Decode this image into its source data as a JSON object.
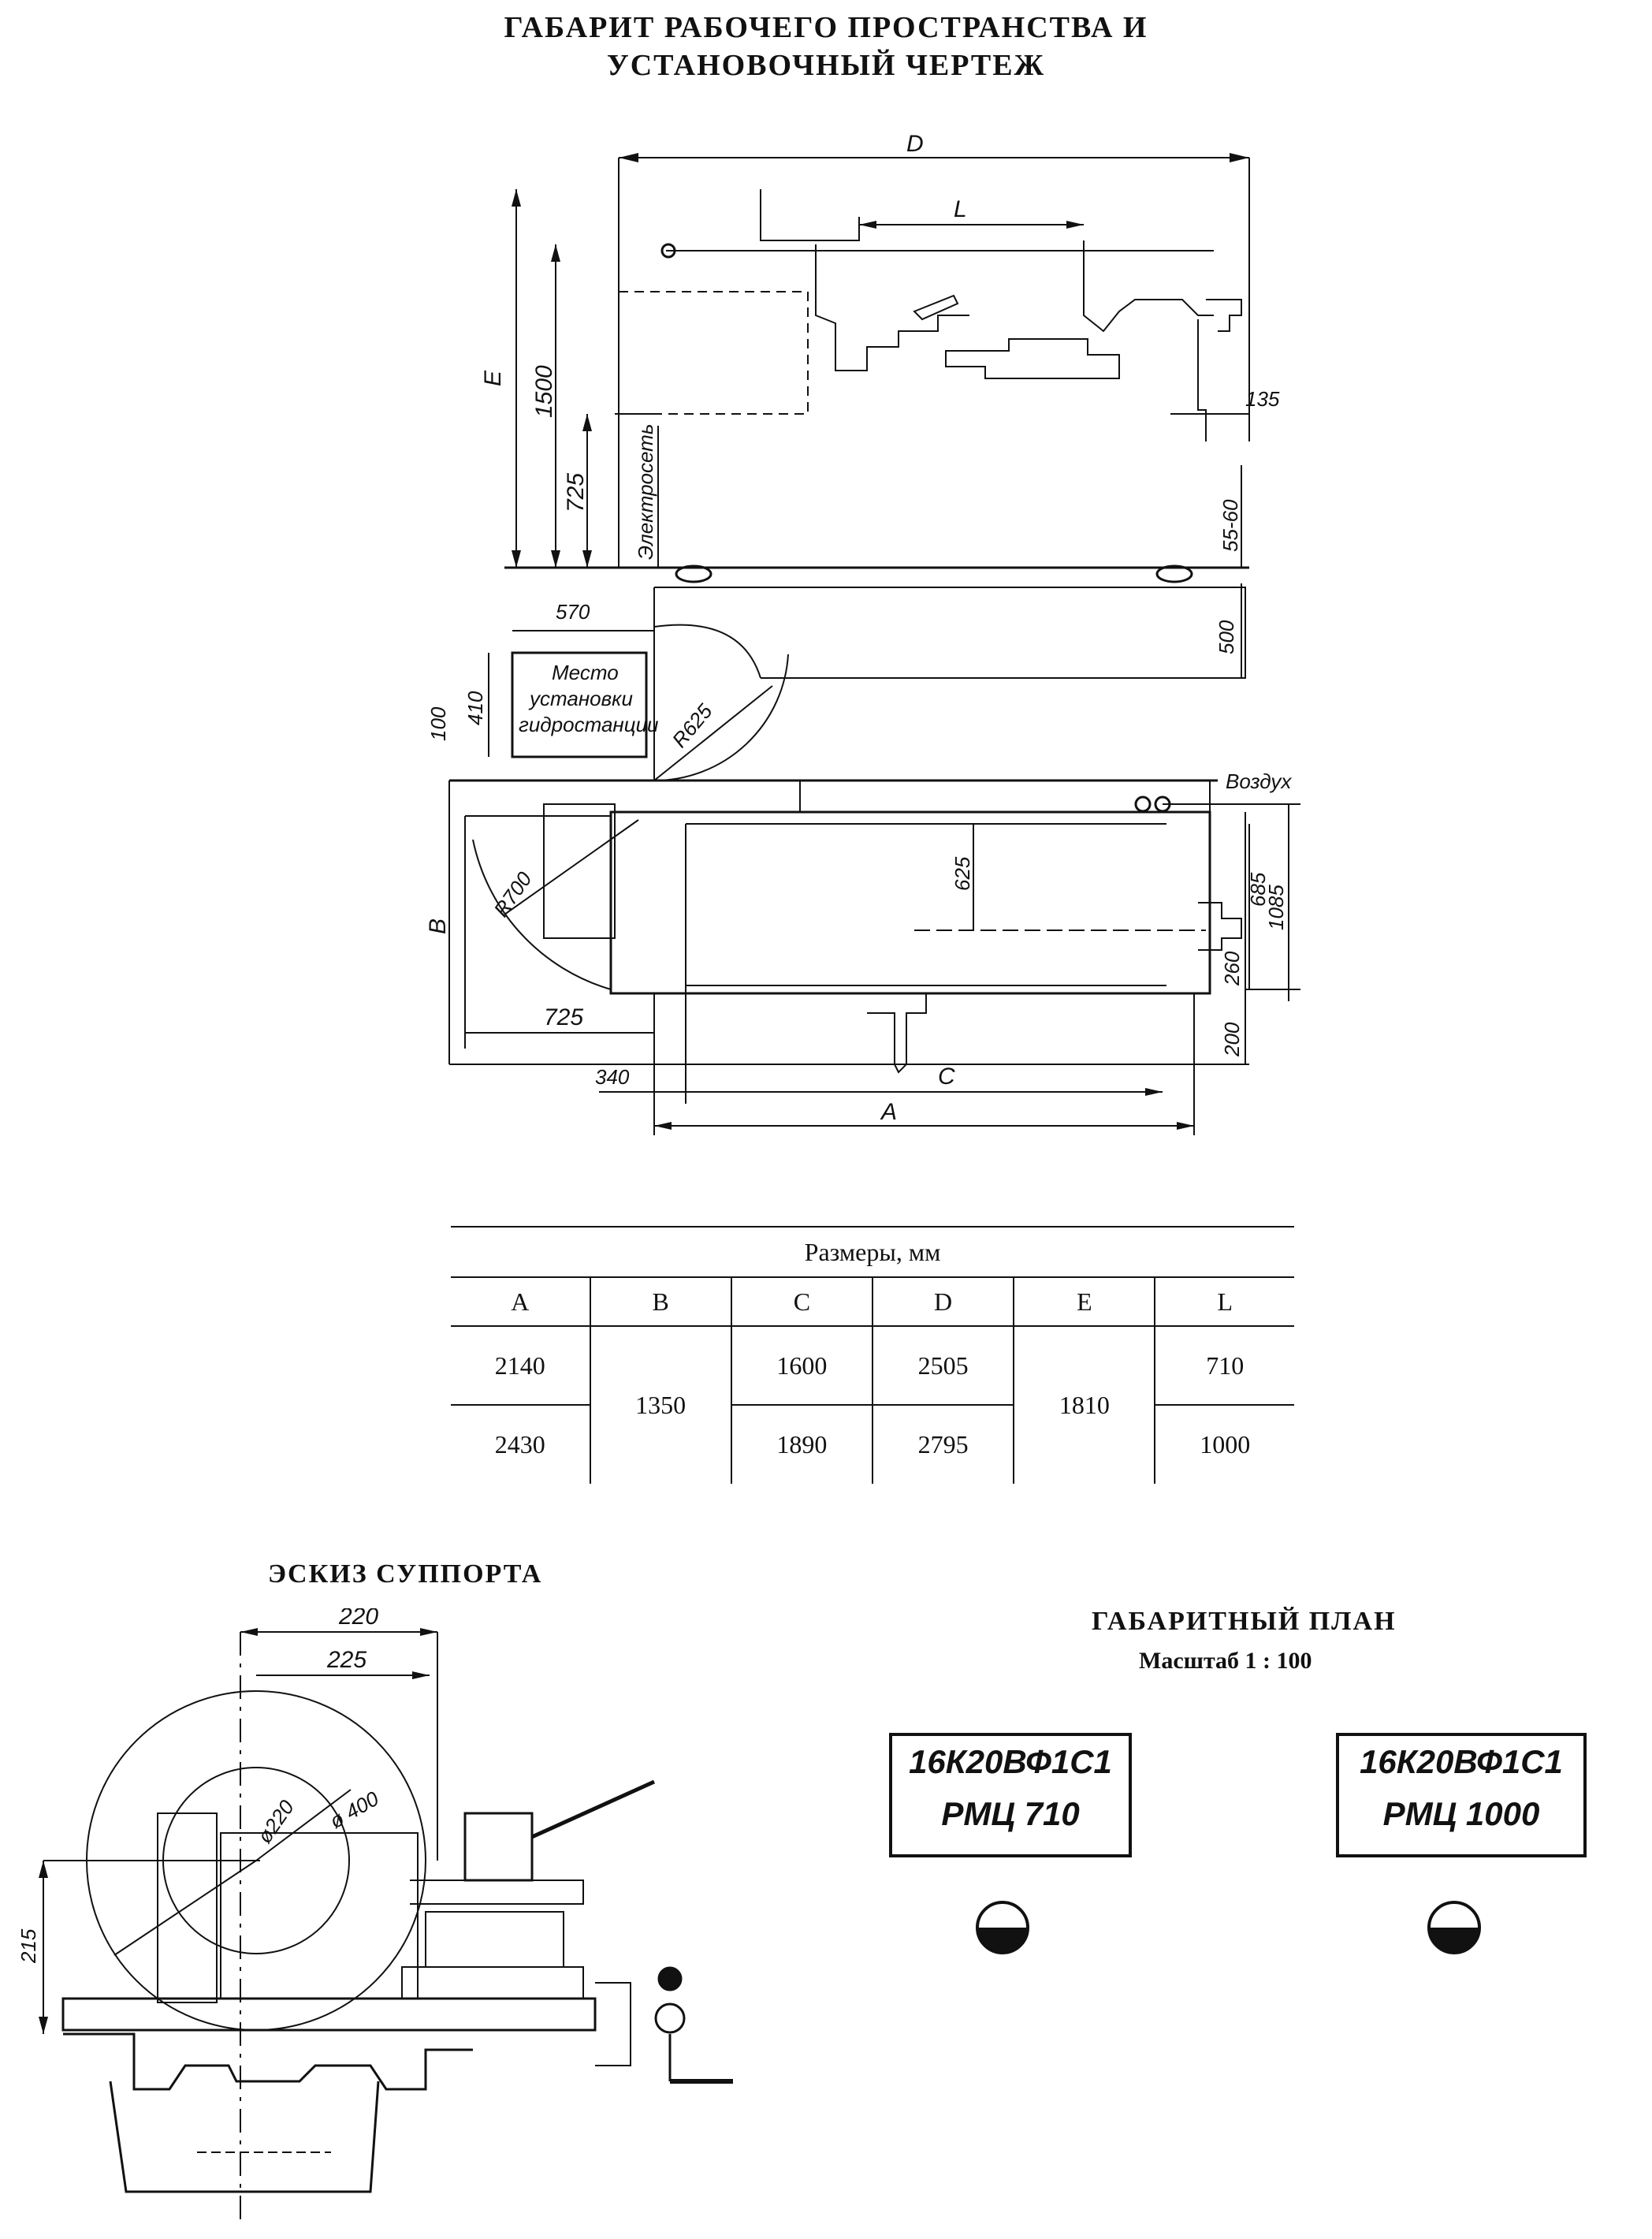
{
  "titles": {
    "line1": "ГАБАРИТ РАБОЧЕГО ПРОСТРАНСТВА И",
    "line2": "УСТАНОВОЧНЫЙ ЧЕРТЕЖ",
    "support_sketch": "ЭСКИЗ СУППОРТА",
    "plan": "ГАБАРИТНЫЙ ПЛАН",
    "plan_scale": "Масштаб 1 : 100"
  },
  "drawing_labels": {
    "D": "D",
    "L": "L",
    "E": "E",
    "h1500": "1500",
    "h725": "725",
    "cable": "Электросеть",
    "d135": "135",
    "d5560": "55-60",
    "d500": "500",
    "d570": "570",
    "d410": "410",
    "d100": "100",
    "hydro1": "Место",
    "hydro2": "установки",
    "hydro3": "гидростанции",
    "r625": "R625",
    "r700": "R700",
    "air": "Воздух",
    "d625": "625",
    "d685": "685",
    "d1085": "1085",
    "d260": "260",
    "d200": "200",
    "B": "B",
    "d725b": "725",
    "d340": "340",
    "C": "C",
    "A": "A"
  },
  "table": {
    "caption": "Размеры,  мм",
    "headers": [
      "A",
      "B",
      "C",
      "D",
      "E",
      "L"
    ],
    "A": [
      "2140",
      "2430"
    ],
    "B": "1350",
    "C": [
      "1600",
      "1890"
    ],
    "D": [
      "2505",
      "2795"
    ],
    "E": "1810",
    "L": [
      "710",
      "1000"
    ]
  },
  "support_labels": {
    "d220": "220",
    "d225": "225",
    "dia220": "ø220",
    "dia400": "ø 400",
    "d215": "215"
  },
  "plates": [
    {
      "line1": "16К20ВФ1С1",
      "line2": "РМЦ 710"
    },
    {
      "line1": "16К20ВФ1С1",
      "line2": "РМЦ 1000"
    }
  ]
}
